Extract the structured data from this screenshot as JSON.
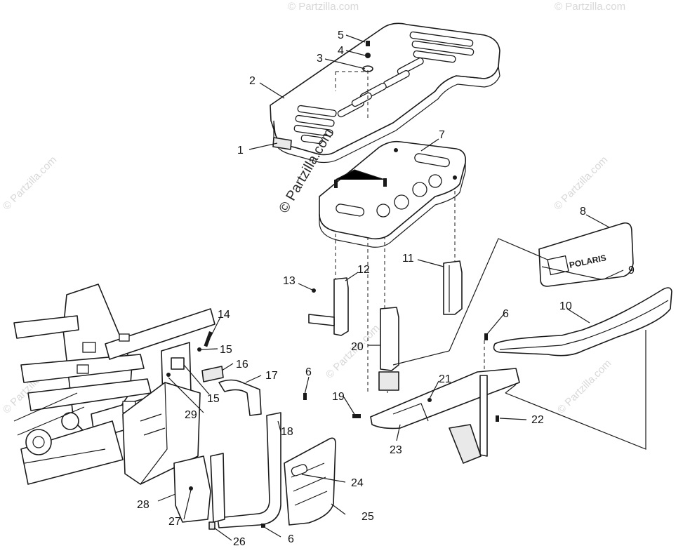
{
  "watermarks": {
    "main": "© Partzilla.com",
    "repeat": "© Partzilla.com"
  },
  "grille_logo": "POLARIS",
  "callouts": [
    {
      "id": "c1",
      "label": "1"
    },
    {
      "id": "c2",
      "label": "2"
    },
    {
      "id": "c3",
      "label": "3"
    },
    {
      "id": "c4",
      "label": "4"
    },
    {
      "id": "c5",
      "label": "5"
    },
    {
      "id": "c6a",
      "label": "6"
    },
    {
      "id": "c7",
      "label": "7"
    },
    {
      "id": "c8",
      "label": "8"
    },
    {
      "id": "c9",
      "label": "9"
    },
    {
      "id": "c10",
      "label": "10"
    },
    {
      "id": "c11",
      "label": "11"
    },
    {
      "id": "c12",
      "label": "12"
    },
    {
      "id": "c13",
      "label": "13"
    },
    {
      "id": "c14",
      "label": "14"
    },
    {
      "id": "c15a",
      "label": "15"
    },
    {
      "id": "c15b",
      "label": "15"
    },
    {
      "id": "c16",
      "label": "16"
    },
    {
      "id": "c17",
      "label": "17"
    },
    {
      "id": "c6b",
      "label": "6"
    },
    {
      "id": "c6c",
      "label": "6"
    },
    {
      "id": "c6d",
      "label": "6"
    },
    {
      "id": "c18",
      "label": "18"
    },
    {
      "id": "c19",
      "label": "19"
    },
    {
      "id": "c20",
      "label": "20"
    },
    {
      "id": "c21",
      "label": "21"
    },
    {
      "id": "c22",
      "label": "22"
    },
    {
      "id": "c23",
      "label": "23"
    },
    {
      "id": "c24",
      "label": "24"
    },
    {
      "id": "c25",
      "label": "25"
    },
    {
      "id": "c26",
      "label": "26"
    },
    {
      "id": "c27",
      "label": "27"
    },
    {
      "id": "c28",
      "label": "28"
    },
    {
      "id": "c29",
      "label": "29"
    }
  ]
}
